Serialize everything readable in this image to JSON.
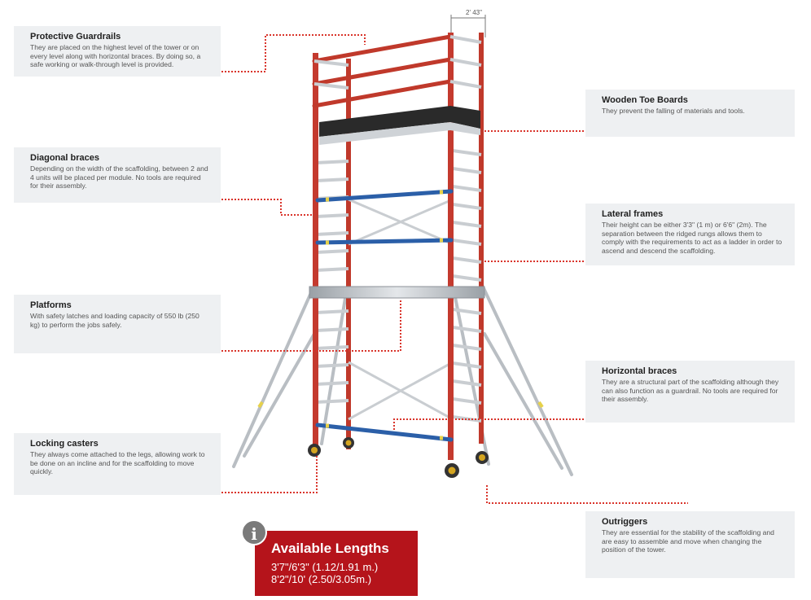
{
  "callouts": {
    "guardrails": {
      "title": "Protective Guardrails",
      "text": "They are placed on the highest level of the tower or on every level along with horizontal braces. By doing so, a safe working or walk-through level is provided."
    },
    "diagonal": {
      "title": "Diagonal braces",
      "text": "Depending on the width of the scaffolding, between 2 and 4 units will be placed per module. No tools are required for their assembly."
    },
    "platforms": {
      "title": "Platforms",
      "text": "With safety latches and loading capacity of 550 lb (250 kg) to perform the jobs safely."
    },
    "casters": {
      "title": "Locking casters",
      "text": "They always come attached to the legs, allowing work to be done on an incline and for the scaffolding to move quickly."
    },
    "toeboards": {
      "title": "Wooden Toe Boards",
      "text": "They prevent the falling of materials and tools."
    },
    "lateral": {
      "title": "Lateral frames",
      "text": "Their height can be either 3'3\" (1 m) or 6'6\" (2m). The separation between the ridged rungs allows them to comply with the requirements to act as a ladder in order to ascend and descend the scaffolding."
    },
    "horizontal": {
      "title": "Horizontal braces",
      "text": "They are a structural part of the scaffolding although they can also function as a guardrail. No tools are required for their assembly."
    },
    "outriggers": {
      "title": "Outriggers",
      "text": "They are essential for the stability of the scaffolding and are easy to assemble and move when changing the position of the tower."
    }
  },
  "dimension_label": "2' 43\"",
  "available": {
    "title": "Available Lengths",
    "line1": "3'7\"/6'3\" (1.12/1.91 m.)",
    "line2": "8'2\"/10' (2.50/3.05m.)"
  },
  "info_icon": {
    "name": "info-icon",
    "glyph": "i"
  },
  "colors": {
    "frame_red": "#c0392b",
    "brace_blue": "#2b5fa8",
    "aluminum": "#c9cdd1",
    "leader_red": "#d9342b",
    "callout_bg": "#eef0f2",
    "badge_red": "#b5141b"
  }
}
